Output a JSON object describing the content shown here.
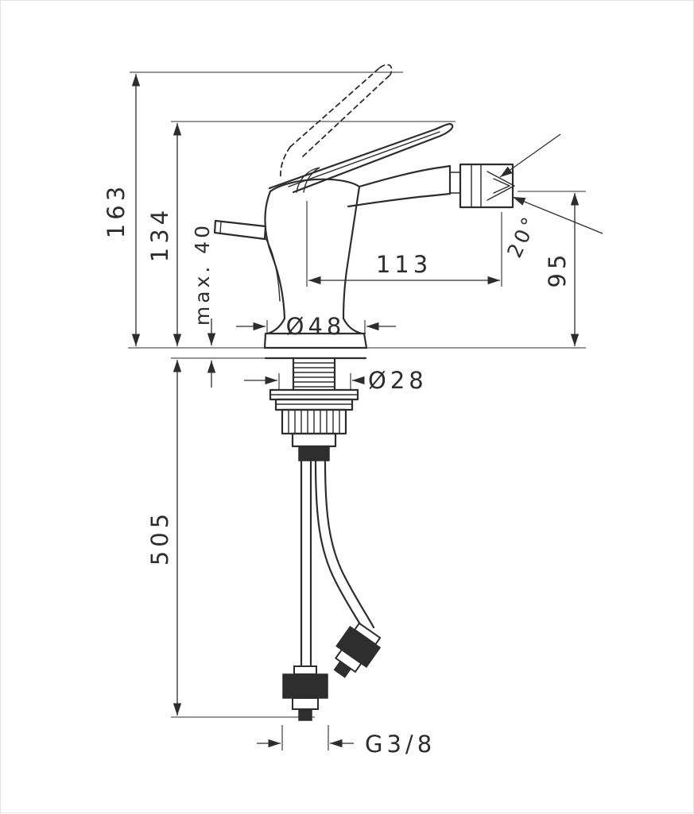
{
  "drawing": {
    "name": "single-lever-bidet-mixer-dimensional-drawing",
    "line_color": "#2d2d2d",
    "background": "#ffffff",
    "labels": {
      "total_height": "163",
      "spout_height": "134",
      "max_mounting_thickness": "max. 40",
      "base_diameter": "Ø48",
      "drain_diameter": "Ø28",
      "spout_reach": "113",
      "aerator_height": "95",
      "spray_angle": "20°",
      "hose_length": "505",
      "connection_thread": "G3/8"
    }
  }
}
